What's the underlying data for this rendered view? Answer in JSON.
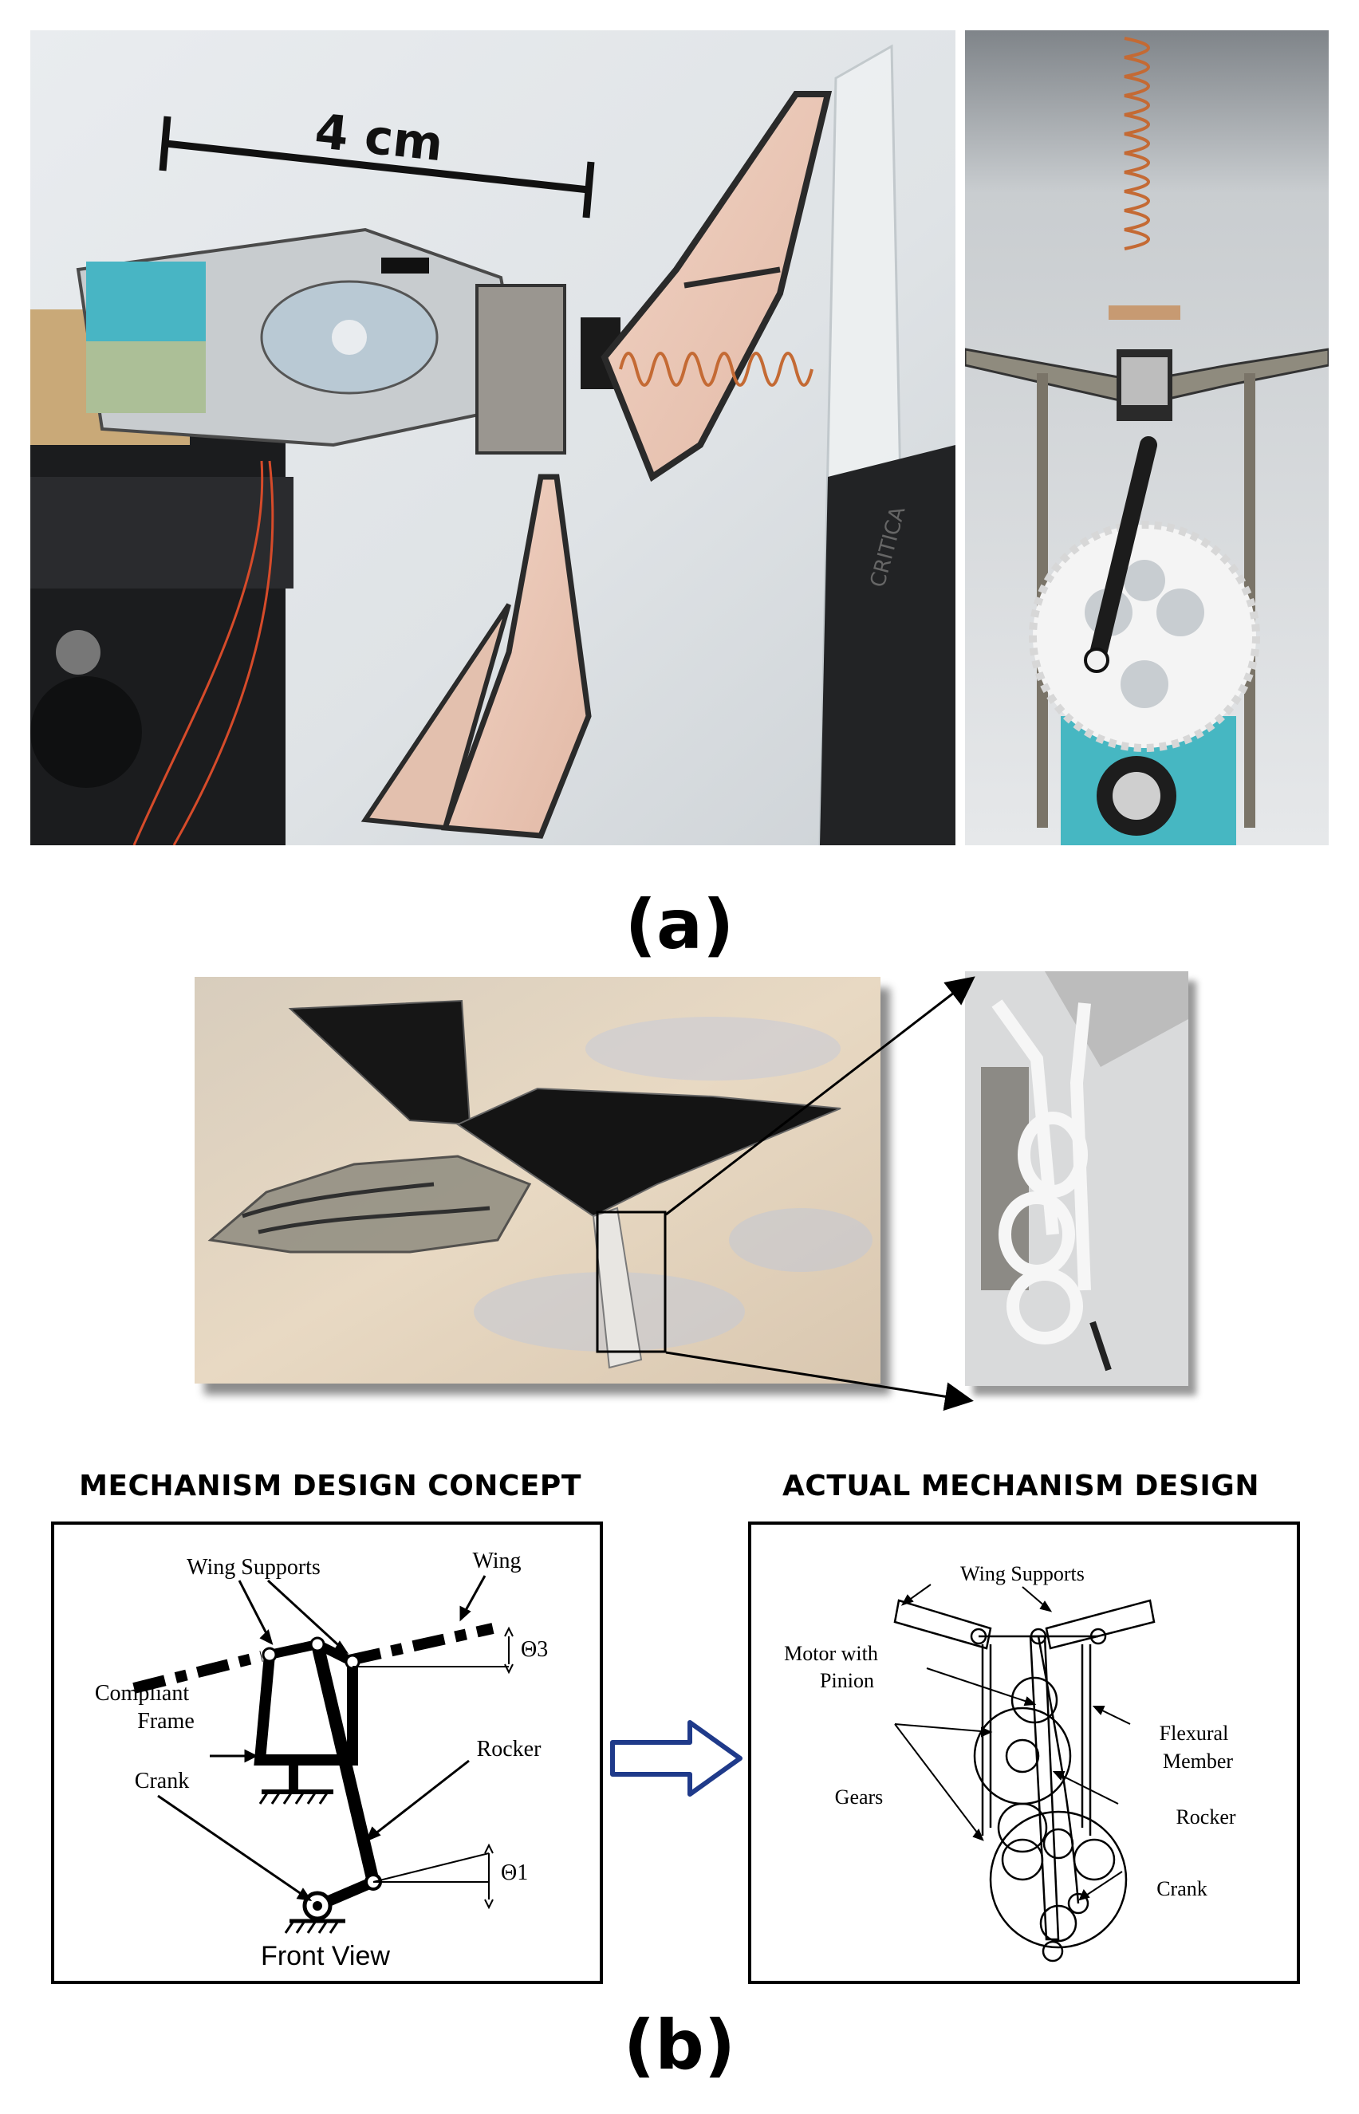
{
  "panel_a": {
    "label": "(a)",
    "scale_bar_label": "4 cm"
  },
  "panel_b": {
    "label": "(b)",
    "concept": {
      "heading": "MECHANISM DESIGN CONCEPT",
      "labels": {
        "wing_supports": "Wing Supports",
        "wing": "Wing",
        "theta3": "Θ3",
        "compliant_frame_1": "Compliant",
        "compliant_frame_2": "Frame",
        "rocker": "Rocker",
        "crank": "Crank",
        "theta1": "Θ1",
        "front_view": "Front View"
      }
    },
    "actual": {
      "heading": "ACTUAL MECHANISM DESIGN",
      "labels": {
        "wing_supports": "Wing Supports",
        "motor_1": "Motor with",
        "motor_2": "Pinion",
        "flexural_1": "Flexural",
        "flexural_2": "Member",
        "gears": "Gears",
        "rocker": "Rocker",
        "crank": "Crank"
      }
    },
    "arrow_icon": "right-arrow-outline",
    "colors": {
      "arrow_stroke": "#1f3a8a"
    }
  }
}
